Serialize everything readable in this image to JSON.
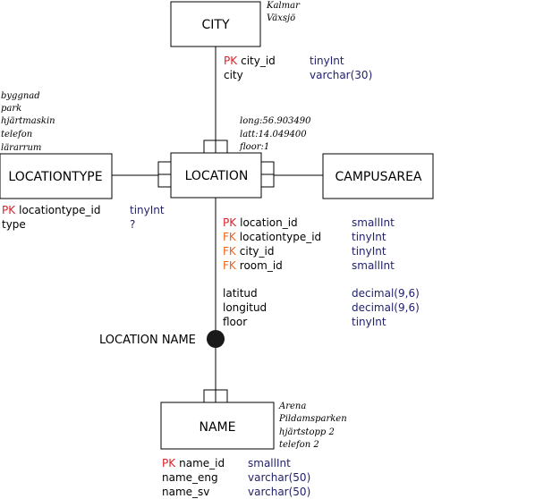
{
  "city": {
    "title": "CITY",
    "notes": [
      "Kalmar",
      "Växsjö"
    ],
    "attrs": [
      {
        "key": "PK",
        "name": "city_id",
        "type": "tinyInt"
      },
      {
        "key": "",
        "name": "city",
        "type": "varchar(30)"
      }
    ]
  },
  "locationtype": {
    "title": "LOCATIONTYPE",
    "notes": [
      "byggnad",
      "park",
      "hjärtmaskin",
      "telefon",
      "lärarrum"
    ],
    "attrs": [
      {
        "key": "PK",
        "name": "locationtype_id",
        "type": "tinyInt"
      },
      {
        "key": "",
        "name": "type",
        "type": "?"
      }
    ]
  },
  "location": {
    "title": "LOCATION",
    "notes": [
      "long:56.903490",
      "latt:14.049400",
      "floor:1"
    ],
    "attrs": [
      {
        "key": "PK",
        "name": "location_id",
        "type": "smallInt"
      },
      {
        "key": "FK",
        "name": "locationtype_id",
        "type": "tinyInt"
      },
      {
        "key": "FK",
        "name": "city_id",
        "type": "tinyInt"
      },
      {
        "key": "FK",
        "name": "room_id",
        "type": "smallInt"
      }
    ],
    "attrs2": [
      {
        "key": "",
        "name": "latitud",
        "type": "decimal(9,6)"
      },
      {
        "key": "",
        "name": "longitud",
        "type": "decimal(9,6)"
      },
      {
        "key": "",
        "name": "floor",
        "type": "tinyInt"
      }
    ]
  },
  "campusarea": {
    "title": "CAMPUSAREA"
  },
  "relationship": {
    "label": "LOCATION NAME"
  },
  "name": {
    "title": "NAME",
    "notes": [
      "Arena",
      "Pildamsparken",
      "hjärtstopp 2",
      "telefon 2"
    ],
    "attrs": [
      {
        "key": "PK",
        "name": "name_id",
        "type": "smallInt"
      },
      {
        "key": "",
        "name": "name_eng",
        "type": "varchar(50)"
      },
      {
        "key": "",
        "name": "name_sv",
        "type": "varchar(50)"
      }
    ]
  }
}
